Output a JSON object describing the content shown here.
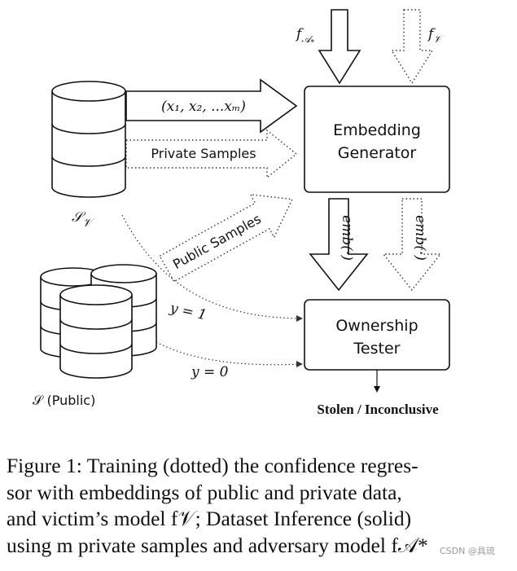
{
  "diagram": {
    "embedding_generator": [
      "Embedding",
      "Generator"
    ],
    "ownership_tester": [
      "Ownership",
      "Tester"
    ],
    "f_attacker": "f",
    "f_attacker_sub": "𝒜",
    "f_attacker_subsub": "*",
    "f_victim": "f",
    "f_victim_sub": "𝒱",
    "samples_tuple": "(x₁, x₂, ...xₘ)",
    "private_samples": "Private Samples",
    "public_samples": "Public Samples",
    "emb_left": "emb(·)",
    "emb_right": "emb(·)",
    "victim_set": "𝒮",
    "victim_set_sub": "𝒱",
    "public_set": "𝒮 (Public)",
    "y_one": "y = 1",
    "y_zero": "y = 0",
    "output": "Stolen / Inconclusive"
  },
  "caption": {
    "lines": [
      "Figure 1: Training (dotted) the confidence regres-",
      "sor with embeddings of public and private data,",
      "and victim’s model f𝒱; Dataset Inference (solid)",
      "using m private samples and adversary model f𝒜*"
    ]
  },
  "watermark": "CSDN @具琉"
}
